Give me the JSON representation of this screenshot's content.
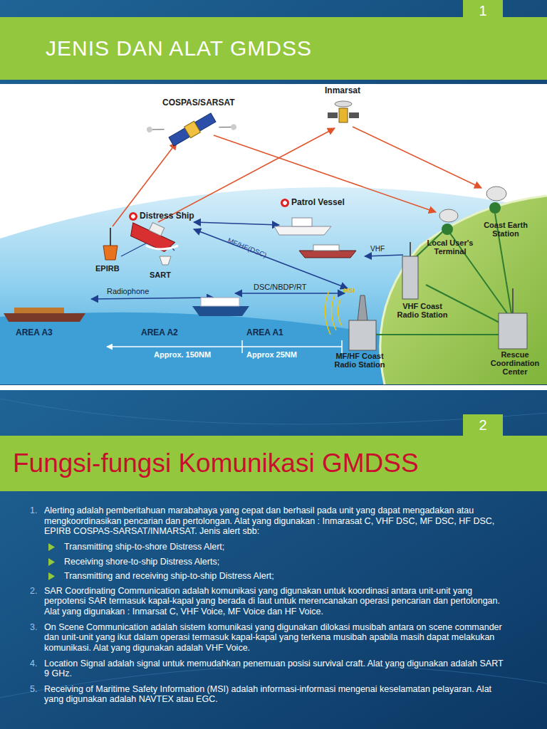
{
  "diagram": {
    "nodes": [
      {
        "text": [
          "JENIS DAN ALAT GMDSS"
        ]
      },
      {
        "text": [
          "1"
        ]
      },
      {
        "text": [
          "Fungsi-fungsi Komunikasi GMDSS"
        ]
      },
      {
        "text": [
          "2"
        ]
      }
    ],
    "labels": [
      "COSPAS/SARSAT",
      "Inmarsat",
      "Distress Ship",
      "Patrol Vessel",
      "EPIRB",
      "SART",
      "MF/HF(DSC)",
      "VHF",
      "DSC/NBDP/RT",
      "Radiophone",
      "MSI",
      "AREA A3",
      "AREA A2",
      "AREA A1",
      "Approx. 150NM",
      "Approx 25NM",
      "Coast Earth Station",
      "Local User's Terminal",
      "VHF Coast Radio Station",
      "MF/HF Coast Radio Station",
      "Rescue Coordination Center",
      "1.",
      "Alerting adalah pemberitahuan marabahaya yang cepat dan berhasil pada unit yang dapat mengadakan atau mengkoordinasikan pencarian dan pertolongan. Alat yang digunakan : Inmarasat C, VHF DSC, MF DSC, HF DSC, EPIRB COSPAS-SARSAT/INMARSAT. Jenis alert sbb:",
      "Transmitting ship-to-shore Distress Alert;",
      "Receiving shore-to-ship Distress Alerts;",
      "Transmitting and receiving ship-to-ship Distress Alert;",
      "2.",
      "SAR Coordinating Communication adalah komunikasi yang digunakan untuk koordinasi antara unit-unit yang perpotensi SAR termasuk kapal-kapal yang berada di laut untuk merencanakan operasi pencarian dan pertolongan. Alat yang digunakan : Inmarsat C, VHF Voice, MF Voice dan HF Voice.",
      "3.",
      "On Scene Communication adalah sistem komunikasi yang digunakan dilokasi musibah antara on scene commander dan unit-unit yang ikut dalam operasi termasuk kapal-kapal yang terkena musibah apabila masih dapat melakukan komunikasi. Alat yang digunakan adalah VHF Voice.",
      "4.",
      "Location Signal adalah signal untuk memudahkan penemuan posisi survival craft. Alat yang digunakan adalah SART 9 GHz.",
      "5.",
      "Receiving of Maritime Safety Information (MSI) adalah informasi-informasi mengenai keselamatan pelayaran. Alat yang digunakan adalah NAVTEX atau EGC."
    ]
  }
}
